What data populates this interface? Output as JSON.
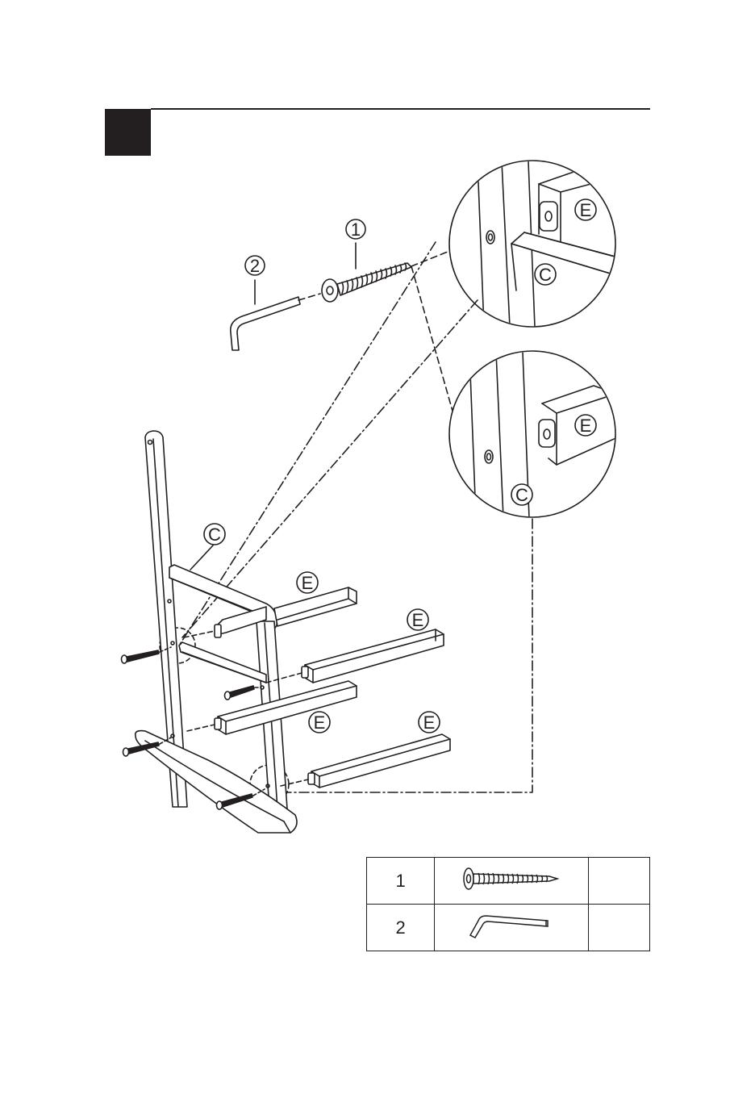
{
  "step": {
    "number": ""
  },
  "callouts": {
    "screw": "1",
    "allen_key": "2",
    "part_c_main": "C",
    "part_e_top": "E",
    "part_e_right_top": "E",
    "part_e_mid": "E",
    "part_e_bottom": "E",
    "zoom_top_e": "E",
    "zoom_top_c": "C",
    "zoom_bottom_e": "E",
    "zoom_bottom_c": "C"
  },
  "parts_table": {
    "rows": [
      {
        "number": "1",
        "icon": "screw-icon",
        "quantity": ""
      },
      {
        "number": "2",
        "icon": "allen-key-icon",
        "quantity": ""
      }
    ]
  },
  "colors": {
    "ink": "#231f20",
    "background": "#ffffff"
  }
}
